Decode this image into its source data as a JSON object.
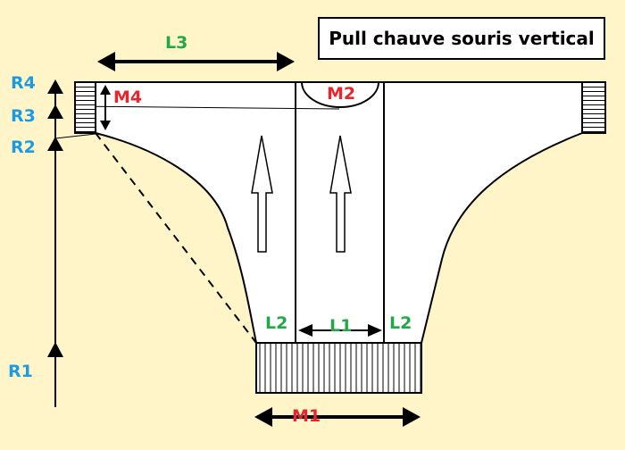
{
  "title": "Pull chauve souris vertical",
  "colors": {
    "background": "#FFF5C8",
    "green": "#22A84A",
    "red": "#E8252A",
    "blue": "#1E9BE0",
    "line": "#000000",
    "piece": "#FFFFFF"
  },
  "labels": {
    "l3": "L3",
    "m4": "M4",
    "m2": "M2",
    "r4": "R4",
    "r3": "R3",
    "r2": "R2",
    "r1": "R1",
    "l2_left": "L2",
    "l1": "L1",
    "l2_right": "L2",
    "m1": "M1"
  }
}
